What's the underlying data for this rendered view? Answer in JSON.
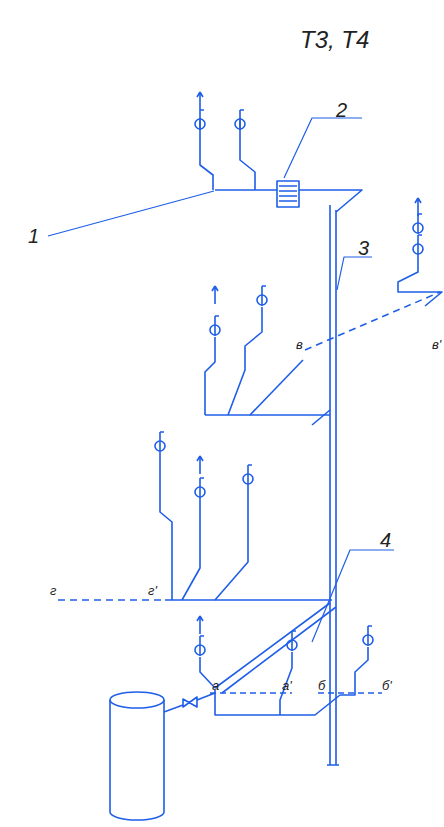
{
  "diagram": {
    "title": "Т3, Т4",
    "labels": [
      "1",
      "2",
      "3",
      "4",
      "в",
      "в'",
      "г",
      "г'",
      "а",
      "а'",
      "б",
      "б'"
    ]
  }
}
